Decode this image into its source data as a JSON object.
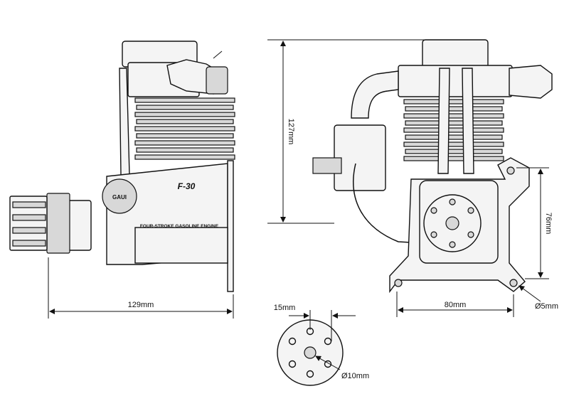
{
  "dimensions": {
    "side_width": "129mm",
    "height": "127mm",
    "mount_width": "80mm",
    "mount_height": "76mm",
    "mount_hole": "Ø5mm",
    "prop_offset": "15mm",
    "prop_bore": "Ø10mm"
  },
  "branding": {
    "model_logo": "F-30",
    "badge": "GAUI",
    "engine_type": "FOUR-STROKE GASOLINE ENGINE"
  }
}
